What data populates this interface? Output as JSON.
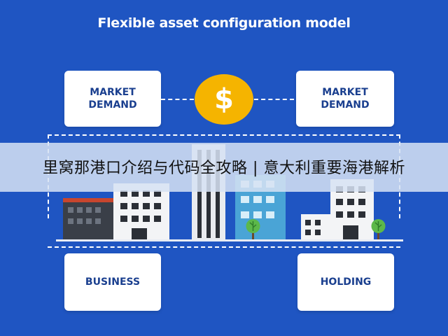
{
  "title": "Flexible asset configuration model",
  "boxes": {
    "top_left": "MARKET\nDEMAND",
    "top_right": "MARKET\nDEMAND",
    "bottom_left": "BUSINESS",
    "bottom_right": "HOLDING"
  },
  "center_symbol": "$",
  "banner_text": "里窝那港口介绍与代码全攻略 | 意大利重要海港解析",
  "colors": {
    "background": "#1f55c2",
    "coin": "#f5b400",
    "box_text": "#1a3f8f",
    "tree": "#5cb84a"
  },
  "icons": [
    "dollar-coin-icon",
    "building-icon",
    "tree-icon"
  ]
}
